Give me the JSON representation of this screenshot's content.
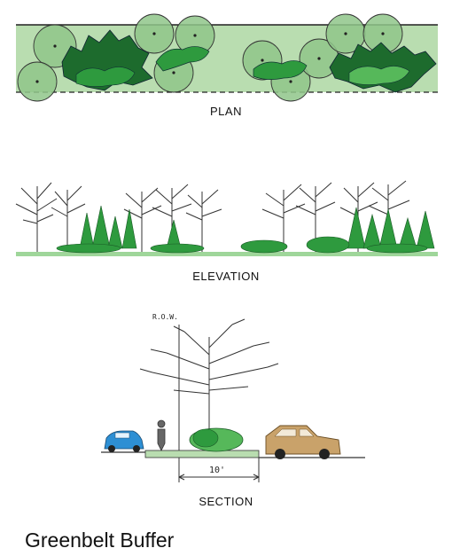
{
  "diagram": {
    "title": "Greenbelt Buffer",
    "views": {
      "plan": "PLAN",
      "elevation": "ELEVATION",
      "section": "SECTION"
    },
    "annotations": {
      "right_of_way": "R.O.W.",
      "buffer_width": "10'"
    }
  },
  "colors": {
    "buffer_fill": "#b9ddb0",
    "ground_strip": "#9fd69a",
    "dark_shrub": "#1d6b2d",
    "mid_shrub": "#2e9a3e",
    "light_shrub": "#56b85a",
    "canopy": "#8fc58a",
    "car_left": "#2d8fd4",
    "car_right": "#c9a26a",
    "ink": "#222222"
  }
}
